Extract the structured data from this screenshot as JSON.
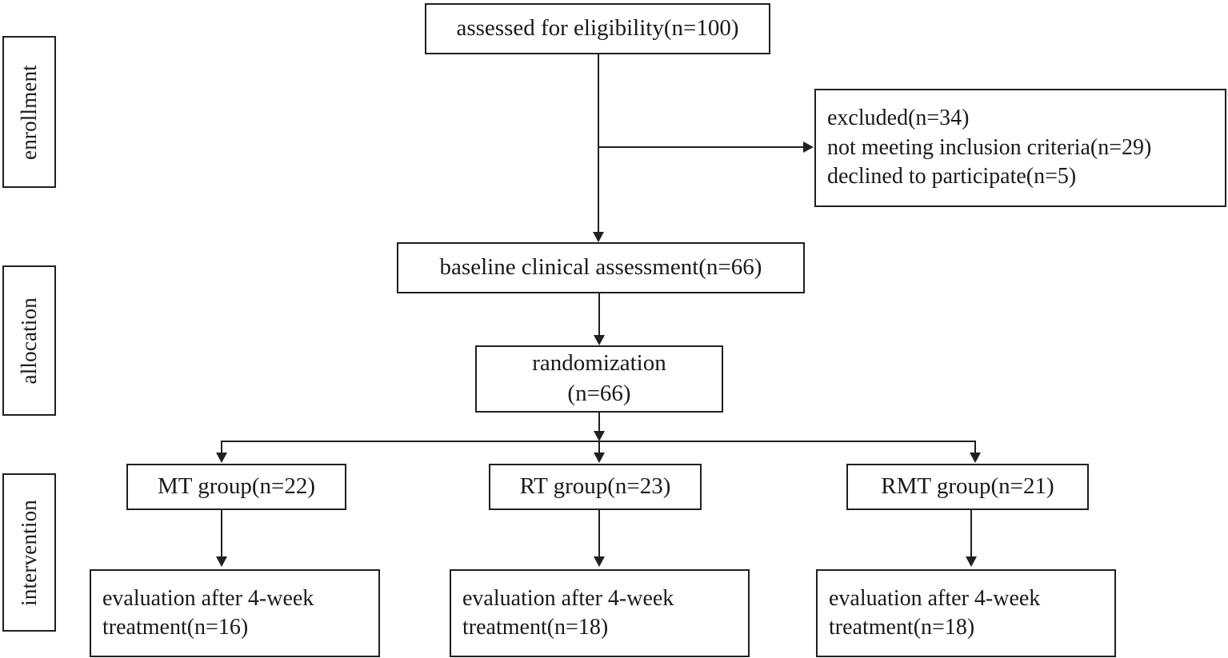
{
  "diagram": {
    "type": "consort-flow-diagram",
    "stages": [
      {
        "id": "enrollment",
        "label": "enrollment"
      },
      {
        "id": "allocation",
        "label": "allocation"
      },
      {
        "id": "intervention",
        "label": "intervention"
      }
    ],
    "nodes": {
      "assessed": {
        "label": "assessed for eligibility(n=100)"
      },
      "excluded": {
        "lines": [
          "excluded(n=34)",
          "not meeting inclusion criteria(n=29)",
          "declined to participate(n=5)"
        ]
      },
      "baseline": {
        "label": "baseline clinical assessment(n=66)"
      },
      "randomization": {
        "line1": "randomization",
        "line2": "(n=66)"
      },
      "group_mt": {
        "label": "MT group(n=22)"
      },
      "group_rt": {
        "label": "RT group(n=23)"
      },
      "group_rmt": {
        "label": "RMT group(n=21)"
      },
      "eval_mt": {
        "line1": "evaluation after 4-week",
        "line2": "treatment(n=16)"
      },
      "eval_rt": {
        "line1": "evaluation after 4-week",
        "line2": "treatment(n=18)"
      },
      "eval_rmt": {
        "line1": "evaluation after 4-week",
        "line2": "treatment(n=18)"
      }
    },
    "colors": {
      "stroke": "#231f20",
      "background": "#ffffff",
      "text": "#1a1a1a"
    }
  }
}
